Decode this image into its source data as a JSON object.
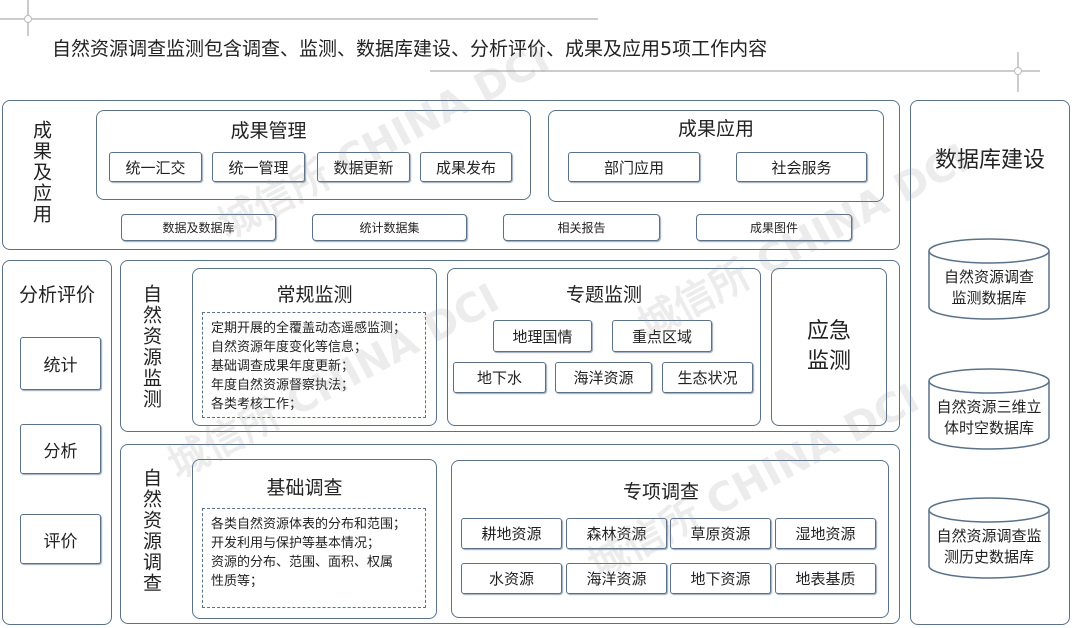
{
  "title": "自然资源调查监测包含调查、监测、数据库建设、分析评价、成果及应用5项工作内容",
  "results": {
    "label": "成果及应用",
    "management": {
      "title": "成果管理",
      "items": [
        "统一汇交",
        "统一管理",
        "数据更新",
        "成果发布"
      ]
    },
    "application": {
      "title": "成果应用",
      "items": [
        "部门应用",
        "社会服务"
      ]
    },
    "outputs": [
      "数据及数据库",
      "统计数据集",
      "相关报告",
      "成果图件"
    ]
  },
  "database": {
    "title": "数据库建设",
    "items": [
      "自然资源调查监测数据库",
      "自然资源三维立体时空数据库",
      "自然资源调查监测历史数据库"
    ]
  },
  "analysis": {
    "title": "分析评价",
    "items": [
      "统计",
      "分析",
      "评价"
    ]
  },
  "monitoring": {
    "label": "自然资源监测",
    "regular": {
      "title": "常规监测",
      "lines": [
        "定期开展的全覆盖动态遥感监测；",
        "自然资源年度变化等信息；",
        "基础调查成果年度更新；",
        "年度自然资源督察执法；",
        "各类考核工作；"
      ]
    },
    "thematic": {
      "title": "专题监测",
      "items": [
        "地理国情",
        "重点区域",
        "地下水",
        "海洋资源",
        "生态状况"
      ]
    },
    "emergency": {
      "title": "应急监测"
    }
  },
  "survey": {
    "label": "自然资源调查",
    "basic": {
      "title": "基础调查",
      "lines": [
        "各类自然资源体表的分布和范围；",
        "开发利用与保护等基本情况；",
        "资源的分布、范围、面积、权属",
        "性质等；"
      ]
    },
    "special": {
      "title": "专项调查",
      "items": [
        "耕地资源",
        "森林资源",
        "草原资源",
        "湿地资源",
        "水资源",
        "海洋资源",
        "地下资源",
        "地表基质"
      ]
    }
  },
  "watermark": "城信所 CHINA DCI"
}
